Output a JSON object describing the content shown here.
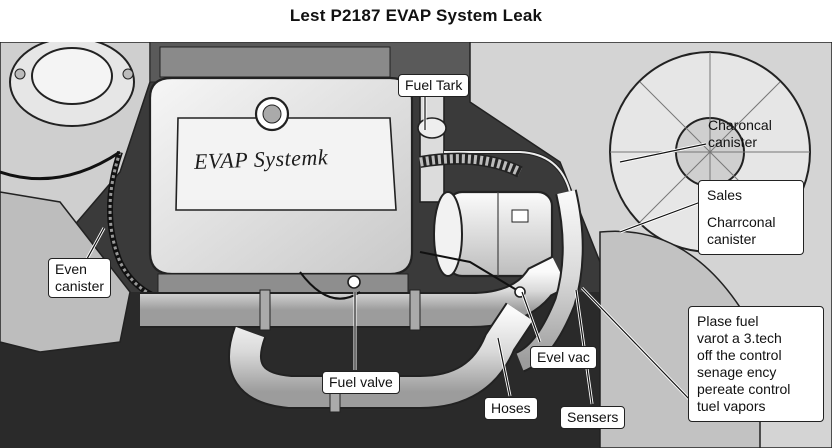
{
  "title": "Lest P2187 EVAP System Leak",
  "engine_text": "EVAP Systemk",
  "labels": {
    "fuel_tank": "Fuel Tark",
    "charcoal_canister_1": [
      "Charoncal",
      "canister"
    ],
    "sales": "Sales",
    "charcoal_canister_2": [
      "Charrconal",
      "canister"
    ],
    "even_canister": [
      "Even",
      "canister"
    ],
    "fuel_valve": "Fuel valve",
    "evel_vac": "Evel vac",
    "hoses": "Hoses",
    "sensers": "Sensers",
    "note": [
      "Plase fuel",
      "varot a 3.tech",
      "off the control",
      "senage ency",
      "pereate control",
      "tuel vapors"
    ]
  },
  "colors": {
    "background": "#ffffff",
    "engine_bay": "#3a3a3a",
    "component": "#e9e9e9",
    "outline": "#222222"
  }
}
